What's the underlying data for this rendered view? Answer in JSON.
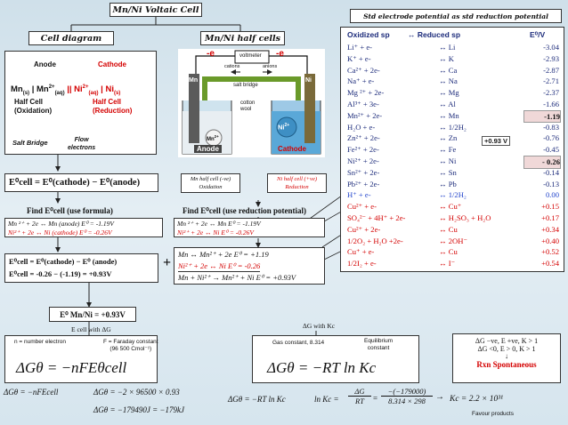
{
  "title": "Mn/Ni Voltaic Cell",
  "cell_diagram": {
    "heading": "Cell diagram",
    "anode": "Anode",
    "cathode": "Cathode",
    "notation_left": "Mn",
    "notation_left_sub": "(s)",
    "notation_mid": "| Mn",
    "notation_mid_sup": "2+",
    "notation_mid_sub": "(aq)",
    "notation_mid2": "|| Ni",
    "notation_mid2_sup": "2+",
    "notation_mid2_sub": "(aq)",
    "notation_right": "| Ni",
    "notation_right_sub": "(s)",
    "half_left": "Half Cell\n(Oxidation)",
    "half_right": "Half Cell\n(Reduction)",
    "salt_bridge": "Salt Bridge",
    "flow": "Flow\nelectrons"
  },
  "half_cells": {
    "heading": "Mn/Ni half cells",
    "voltmeter": "voltmeter",
    "e_left": "-e",
    "e_right": "-e",
    "cations": "cations",
    "anions": "anions",
    "salt_bridge": "salt bridge",
    "mn_electrode": "Mn",
    "ni_electrode": "Ni",
    "cotton": "cotton\nwool",
    "mn_ion": "Mn",
    "mn_ion_sup": "2+",
    "ni_ion": "Ni",
    "ni_ion_sup": "2+",
    "anode": "Anode",
    "cathode": "Cathode",
    "mn_caption": "Mn half cell (-ve)\nOxidation",
    "ni_caption": "Ni half cell (+ve)\nReduction"
  },
  "formula": {
    "ecell": "E⁰cell = E⁰(cathode) − E⁰(anode)",
    "find_formula": "Find E⁰cell (use formula)",
    "mn_line": "Mn ²⁺ + 2e ↔ Mn (anode)   E⁰ = -1.19V",
    "ni_line": "Ni²⁺  + 2e ↔ Ni  (cathode)  E⁰ = -0.26V",
    "calc1": "E⁰cell = E⁰(cathode) − E⁰ (anode)",
    "calc2": "E⁰cell = -0.26 − (-1.19) = +0.93V"
  },
  "reduction": {
    "find": "Find E⁰cell (use reduction potential)",
    "r1": "Mn ²⁺ + 2e ↔ Mn      E⁰ = -1.19V",
    "r2": "Ni²⁺  + 2e  ↔  Ni      E⁰ = -0.26V",
    "s1": "Mn       ↔ Mn²⁺ + 2e        E⁰ = +1.19",
    "s2": "Ni²⁺ + 2e ↔ Ni                   E⁰ = -0.26",
    "s3": "Mn  + Ni²⁺ → Mn²⁺ + Ni      E⁰ = +0.93V",
    "plus": "+"
  },
  "result": "E⁰ Mn/Ni = +0.93V",
  "dg_cell": {
    "heading": "E cell with ΔG",
    "n_label": "n = number electron",
    "f_label": "F = Faraday constant\n(96 500 Cmol⁻¹)",
    "formula": "ΔGθ = −nFEθcell",
    "l1": "ΔGθ = −nFEcell",
    "l2": "ΔGθ = −2 × 96500 × 0.93",
    "l3": "ΔGθ = −179490J = −179kJ"
  },
  "dg_k": {
    "heading": "ΔG with Kc",
    "gas": "Gas constant, 8.314",
    "eq": "Equilibrium\nconstant",
    "formula": "ΔGθ = −RT ln Kc",
    "l1": "ΔGθ = −RT ln Kc",
    "l2_lhs": "ln Kc =",
    "frac1_top": "ΔG",
    "frac1_bot": "RT",
    "frac2_top": "−(−179000)",
    "frac2_bot": "8.314 × 298",
    "kc": "Kc = 2.2 × 10³¹",
    "favour": "Favour products"
  },
  "spont": {
    "l1": "ΔG −ve, E +ve, K > 1",
    "l2": "ΔG <0, E > 0, K > 1",
    "arrow": "↓",
    "l3": "Rxn Spontaneous"
  },
  "table": {
    "heading": "Std electrode potential as std reduction potential",
    "col1": "Oxidized sp",
    "col2": "↔ Reduced sp",
    "col3": "E⁰/V",
    "voltage_label": "+0.93 V",
    "rows": [
      {
        "ox": "Li⁺  + e-",
        "red": "↔  Li",
        "e": "-3.04",
        "color": "#1b2a7a"
      },
      {
        "ox": "K⁺   + e-",
        "red": "↔  K",
        "e": "-2.93",
        "color": "#1b2a7a"
      },
      {
        "ox": "Ca²⁺ + 2e-",
        "red": "↔  Ca",
        "e": "-2.87",
        "color": "#1b2a7a"
      },
      {
        "ox": "Na⁺  + e-",
        "red": "↔  Na",
        "e": "-2.71",
        "color": "#1b2a7a"
      },
      {
        "ox": "Mg ²⁺ + 2e-",
        "red": "↔  Mg",
        "e": "-2.37",
        "color": "#1b2a7a"
      },
      {
        "ox": "Al³⁺ + 3e-",
        "red": "↔  Al",
        "e": "-1.66",
        "color": "#1b2a7a"
      },
      {
        "ox": "Mn²⁺ + 2e-",
        "red": "↔  Mn",
        "e": "-1.19",
        "color": "#1b2a7a"
      },
      {
        "ox": "H₂O  + e-",
        "red": "↔  1/2H₂",
        "e": "-0.83",
        "color": "#1b2a7a"
      },
      {
        "ox": "Zn²⁺ + 2e-",
        "red": "↔  Zn",
        "e": "-0.76",
        "color": "#1b2a7a"
      },
      {
        "ox": "Fe²⁺ + 2e-",
        "red": "↔  Fe",
        "e": "-0.45",
        "color": "#1b2a7a"
      },
      {
        "ox": "Ni²⁺  + 2e-",
        "red": "↔  Ni",
        "e": "- 0.26",
        "color": "#1b2a7a"
      },
      {
        "ox": "Sn²⁺ + 2e-",
        "red": "↔  Sn",
        "e": "-0.14",
        "color": "#1b2a7a"
      },
      {
        "ox": "Pb²⁺ + 2e-",
        "red": "↔  Pb",
        "e": "-0.13",
        "color": "#1b2a7a"
      },
      {
        "ox": "H⁺   + e-",
        "red": "↔  1/2H₂",
        "e": "0.00",
        "color": "#2244cc"
      },
      {
        "ox": "Cu²⁺ + e-",
        "red": "↔  Cu⁺",
        "e": "+0.15",
        "color": "#d40000"
      },
      {
        "ox": "SO₄²⁻ + 4H⁺ + 2e-",
        "red": "↔  H₂SO₃ + H₂O",
        "e": "+0.17",
        "color": "#d40000"
      },
      {
        "ox": "Cu²⁺ + 2e-",
        "red": "↔  Cu",
        "e": "+0.34",
        "color": "#d40000"
      },
      {
        "ox": "1/2O₂ + H₂O +2e-",
        "red": "↔  2OH⁻",
        "e": "+0.40",
        "color": "#d40000"
      },
      {
        "ox": "Cu⁺  + e-",
        "red": "↔  Cu",
        "e": "+0.52",
        "color": "#d40000"
      },
      {
        "ox": "1/2I₂  + e-",
        "red": "↔  I⁻",
        "e": "+0.54",
        "color": "#d40000"
      }
    ]
  }
}
